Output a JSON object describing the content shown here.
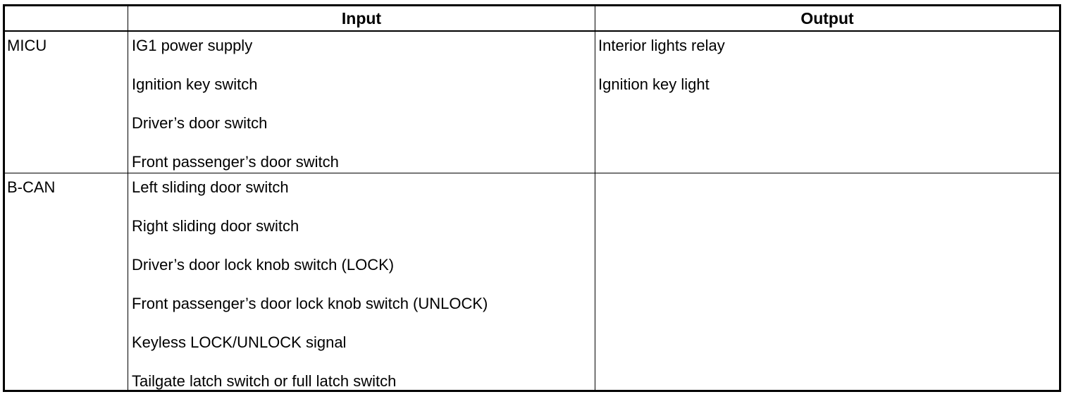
{
  "table": {
    "headers": [
      "",
      "Input",
      "Output"
    ],
    "rows": [
      {
        "label": "MICU",
        "inputs": [
          "IG1 power supply",
          "Ignition key switch",
          "Driver’s door switch",
          "Front passenger’s door switch"
        ],
        "outputs": [
          "Interior lights relay",
          "Ignition key light"
        ]
      },
      {
        "label": "B-CAN",
        "inputs": [
          "Left sliding door switch",
          "Right sliding door switch",
          "Driver’s door lock knob switch (LOCK)",
          "Front passenger’s door lock knob switch (UNLOCK)",
          "Keyless LOCK/UNLOCK signal",
          "Tailgate latch switch or full latch switch"
        ],
        "outputs": []
      }
    ]
  }
}
